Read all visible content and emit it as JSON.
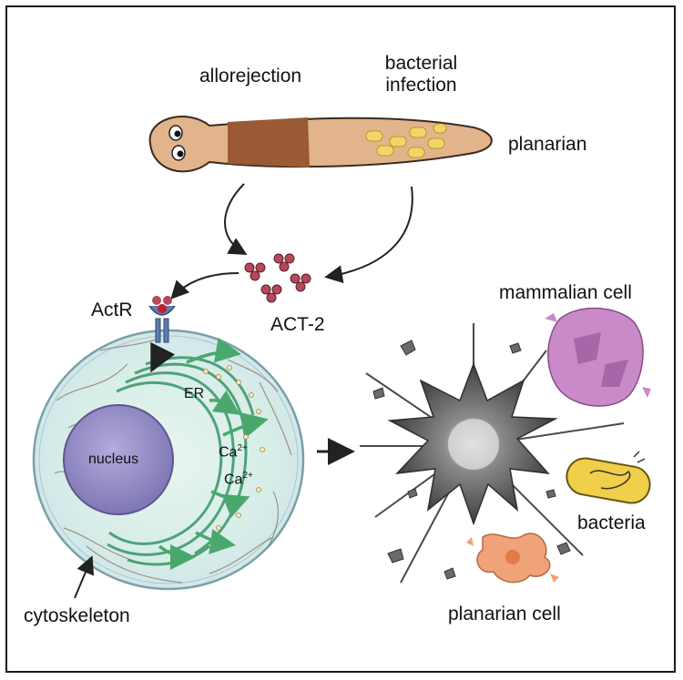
{
  "labels": {
    "allorejection": "allorejection",
    "bacterial_infection_1": "bacterial",
    "bacterial_infection_2": "infection",
    "planarian": "planarian",
    "actr": "ActR",
    "act2": "ACT-2",
    "er": "ER",
    "nucleus": "nucleus",
    "ca_base": "Ca",
    "ca_charge": "2+",
    "cytoskeleton": "cytoskeleton",
    "mammalian_cell": "mammalian cell",
    "bacteria": "bacteria",
    "planarian_cell": "planarian cell"
  },
  "colors": {
    "planarian_body": "#e2b48c",
    "planarian_patch": "#9a5a34",
    "bacteria_fill": "#f1d56a",
    "act2_fill": "#b5485a",
    "cell_membrane": "#dff0ec",
    "er_green": "#3f9a6e",
    "nucleus_fill": "#9b92c8",
    "explosion_gray": "#5c5c5c",
    "mammalian_cell_fill": "#c98ac8",
    "planarian_cell_fill": "#f0a278",
    "bacteria_cell_fill": "#f0cf4a"
  }
}
